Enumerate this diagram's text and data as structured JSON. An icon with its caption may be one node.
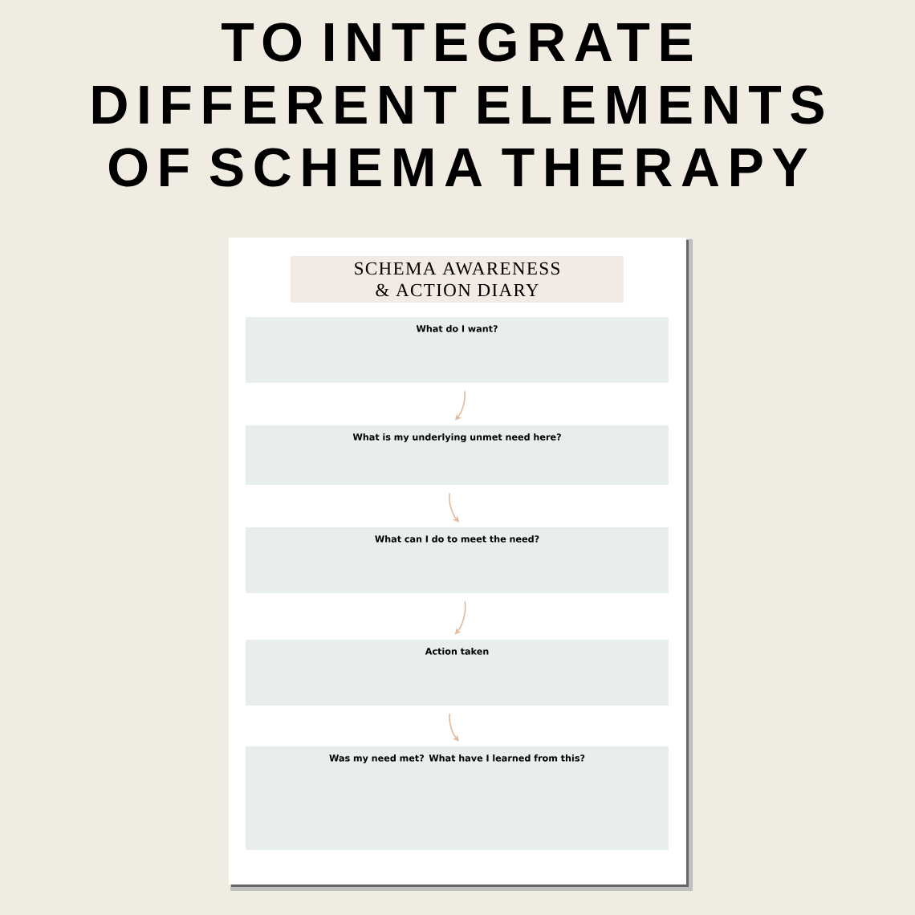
{
  "diagram": {
    "title": "TO INTEGRATE DIFFERENT ELEMENTS OF SCHEMA THERAPY",
    "nodes": [
      {
        "text": [
          "SCHEMA AWARENESS & ACTION DIARY"
        ]
      },
      {
        "text": [
          "What do I want?"
        ]
      },
      {
        "text": [
          "What is my underlying unmet need here?"
        ]
      },
      {
        "text": [
          "What can I do to meet the need?"
        ]
      },
      {
        "text": [
          "Action taken"
        ]
      },
      {
        "text": [
          "Was my need met? What have I learned from this?"
        ]
      }
    ],
    "edges": [
      {
        "from": 1,
        "to": 2,
        "arrow": "to"
      },
      {
        "from": 2,
        "to": 3,
        "arrow": "to"
      },
      {
        "from": 3,
        "to": 4,
        "arrow": "to"
      },
      {
        "from": 4,
        "to": 5,
        "arrow": "to"
      }
    ]
  }
}
